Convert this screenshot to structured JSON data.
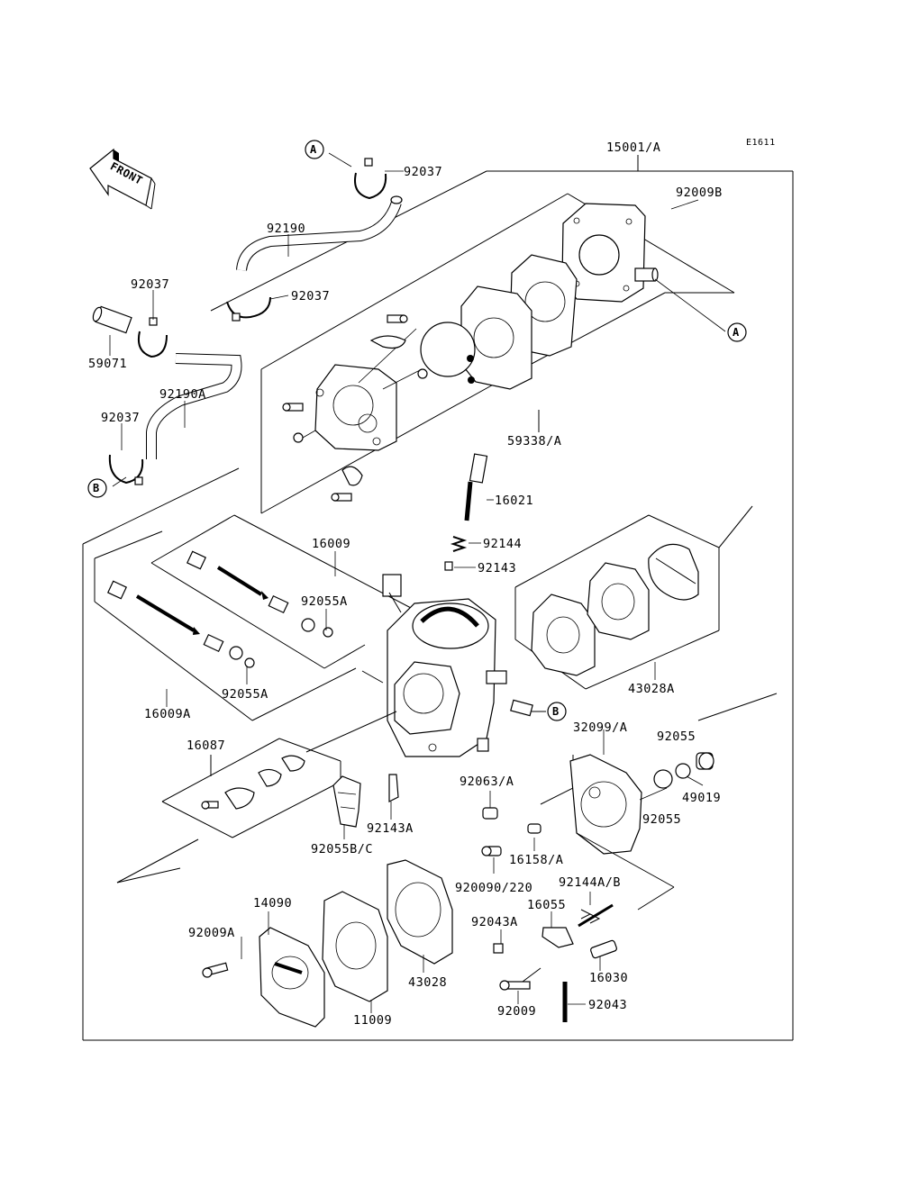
{
  "diagram": {
    "code": "E1611",
    "front_label": "FRONT",
    "callouts": {
      "a": "A",
      "b": "B"
    },
    "labels": {
      "p15001": "15001/A",
      "p92009B": "92009B",
      "p92037_top": "92037",
      "p92190": "92190",
      "p92037_mid": "92037",
      "p92037_left": "92037",
      "p59071": "59071",
      "p92190A": "92190A",
      "p92037_low": "92037",
      "p59338": "59338/A",
      "p16021": "16021",
      "p92144": "92144",
      "p92143": "92143",
      "p16009": "16009",
      "p92055A_1": "92055A",
      "p92055A_2": "92055A",
      "p16009A": "16009A",
      "p43028A": "43028A",
      "p32099": "32099/A",
      "p92055_a": "92055",
      "p49019": "49019",
      "p92055_b": "92055",
      "p16087": "16087",
      "p92063": "92063/A",
      "p92143A": "92143A",
      "p92055BC": "92055B/C",
      "p16158": "16158/A",
      "p920090": "920090/220",
      "p92144AB": "92144A/B",
      "p16055": "16055",
      "p14090": "14090",
      "p92009A": "92009A",
      "p92043A": "92043A",
      "p43028": "43028",
      "p16030": "16030",
      "p11009": "11009",
      "p92009": "92009",
      "p92043": "92043"
    }
  }
}
